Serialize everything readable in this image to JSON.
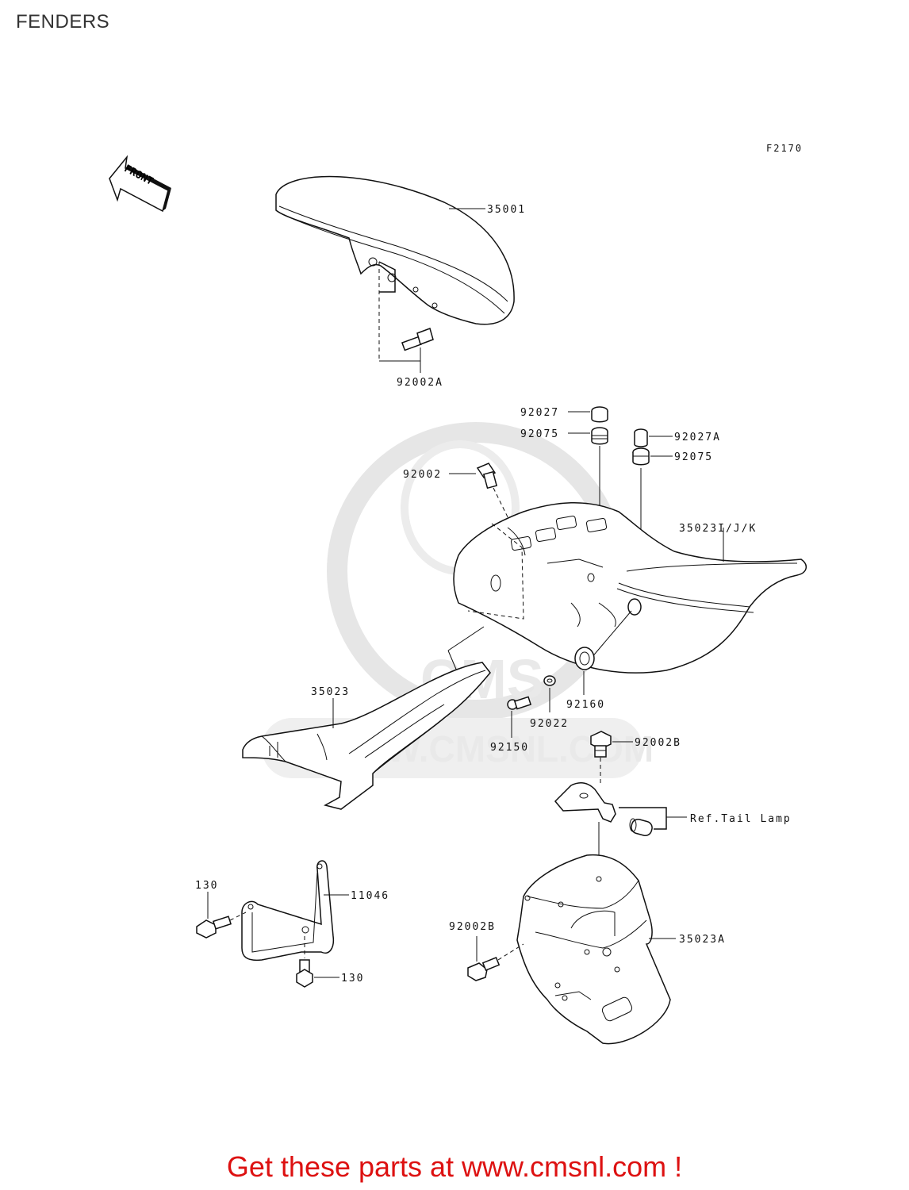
{
  "page_title": "FENDERS",
  "diagram_code": "F2170",
  "front_indicator": "FRONT",
  "watermark": {
    "brand": "CMS",
    "url": "WWW.CMSNL.COM"
  },
  "parts": {
    "front_fender": "35001",
    "front_fender_bolt": "92002A",
    "rear_fender_cap": "92027",
    "rear_fender_damper": "92075",
    "collar": "92027A",
    "damper_right": "92075",
    "bolt_upper": "92002",
    "rear_fender": "35023I/J/K",
    "inner_fender": "35023",
    "grommet": "92160",
    "washer": "92022",
    "pin": "92150",
    "tail_bolt": "92002B",
    "tail_lamp_ref": "Ref.Tail Lamp",
    "bolt_130_top": "130",
    "bracket": "11046",
    "bolt_130_bottom": "130",
    "rear_flap_bolt": "92002B",
    "rear_flap": "35023A"
  },
  "footer": "Get these parts at www.cmsnl.com !",
  "colors": {
    "footer_text": "#dd1111",
    "line": "#111111",
    "watermark": "#e6e6e6"
  }
}
